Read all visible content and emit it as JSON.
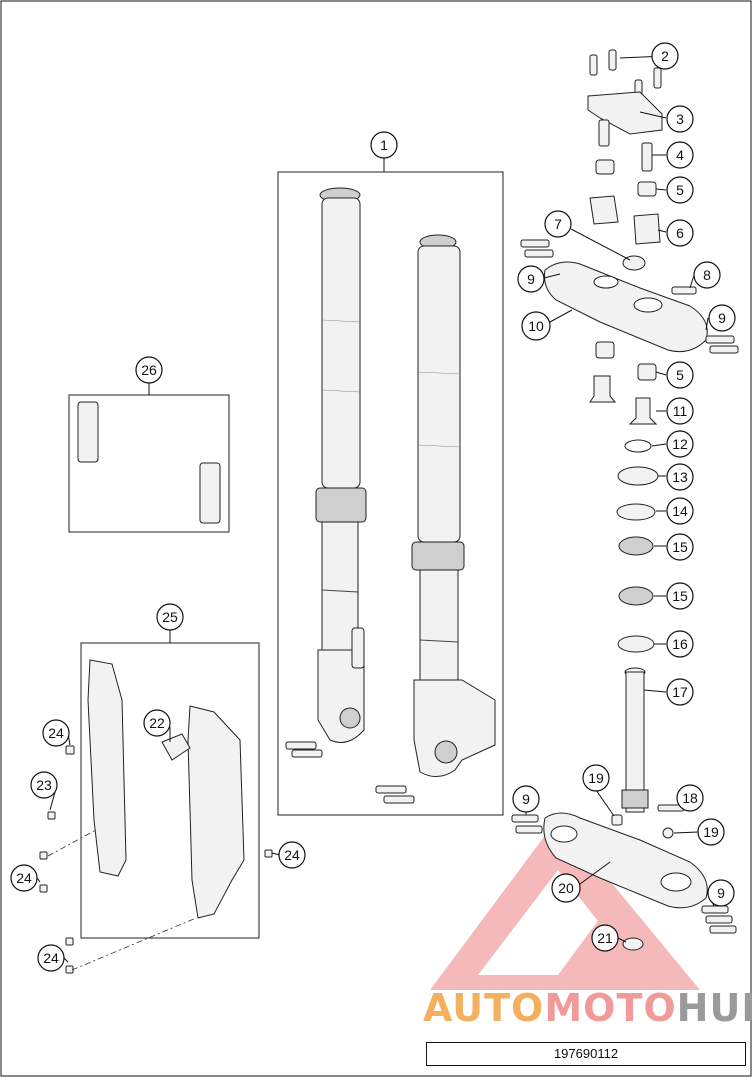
{
  "document": {
    "number": "197690112"
  },
  "watermark": {
    "part1": "AUTO",
    "part2": "MOTO",
    "part3": "HUB",
    "colors": {
      "triangle": "#f08080",
      "auto": "#f3b060",
      "moto": "#f19a9a",
      "hub": "#9a9a9a"
    }
  },
  "callouts": [
    "1",
    "2",
    "3",
    "4",
    "5",
    "6",
    "7",
    "8",
    "9",
    "10",
    "11",
    "12",
    "13",
    "14",
    "15",
    "16",
    "17",
    "18",
    "19",
    "20",
    "21",
    "22",
    "23",
    "24",
    "25",
    "26"
  ],
  "labels": {
    "c1": "1",
    "c2": "2",
    "c3": "3",
    "c4": "4",
    "c5a": "5",
    "c5b": "5",
    "c6": "6",
    "c7": "7",
    "c8": "8",
    "c9a": "9",
    "c9b": "9",
    "c9c": "9",
    "c9d": "9",
    "c10": "10",
    "c11": "11",
    "c12": "12",
    "c13": "13",
    "c14": "14",
    "c15a": "15",
    "c15b": "15",
    "c16": "16",
    "c17": "17",
    "c18": "18",
    "c19a": "19",
    "c19b": "19",
    "c20": "20",
    "c21": "21",
    "c22": "22",
    "c23": "23",
    "c24a": "24",
    "c24b": "24",
    "c24c": "24",
    "c24d": "24",
    "c25": "25",
    "c26": "26"
  }
}
